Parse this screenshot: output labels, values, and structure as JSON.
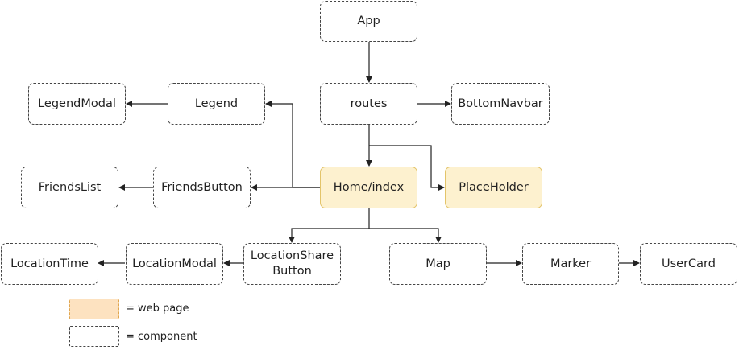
{
  "nodes": {
    "app": "App",
    "routes": "routes",
    "bottom_navbar": "BottomNavbar",
    "legend": "Legend",
    "legend_modal": "LegendModal",
    "home_index": "Home/index",
    "place_holder": "PlaceHolder",
    "friends_button": "FriendsButton",
    "friends_list": "FriendsList",
    "location_share_button_line1": "LocationShare",
    "location_share_button_line2": "Button",
    "location_modal": "LocationModal",
    "location_time": "LocationTime",
    "map": "Map",
    "marker": "Marker",
    "user_card": "UserCard"
  },
  "key": {
    "web_page": "= web page",
    "component": "= component"
  },
  "colors": {
    "web_page_fill": "#fdf1cf",
    "web_page_border": "#e3c46a",
    "legend_page_fill": "#fde2c0",
    "line": "#222222"
  }
}
